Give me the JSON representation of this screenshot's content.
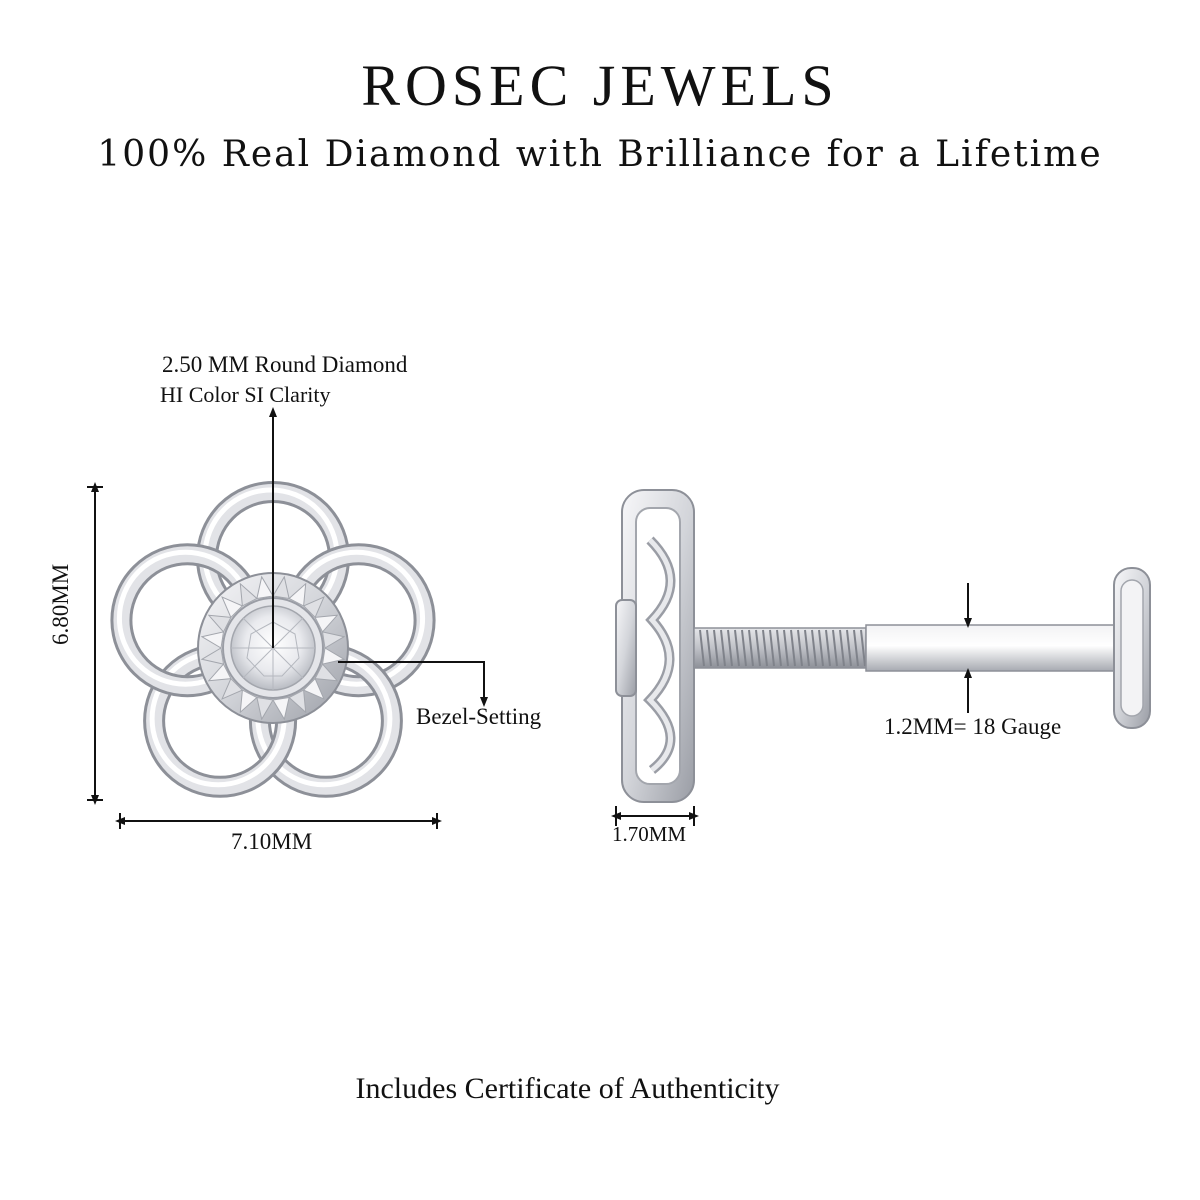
{
  "header": {
    "brand": "ROSEC JEWELS",
    "tagline": "100% Real Diamond with Brilliance for a Lifetime"
  },
  "front_view": {
    "diamond_label_line1": "2.50 MM Round Diamond",
    "diamond_label_line2": "HI Color SI Clarity",
    "setting_label": "Bezel-Setting",
    "height_label": "6.80MM",
    "width_label": "7.10MM"
  },
  "side_view": {
    "thickness_label": "1.70MM",
    "gauge_label": "1.2MM= 18 Gauge"
  },
  "footer": {
    "certificate_text": "Includes Certificate of Authenticity"
  },
  "colors": {
    "metal_light": "#f4f4f6",
    "metal_mid": "#c9cbd1",
    "metal_dark": "#8d9098",
    "ink": "#111111"
  }
}
